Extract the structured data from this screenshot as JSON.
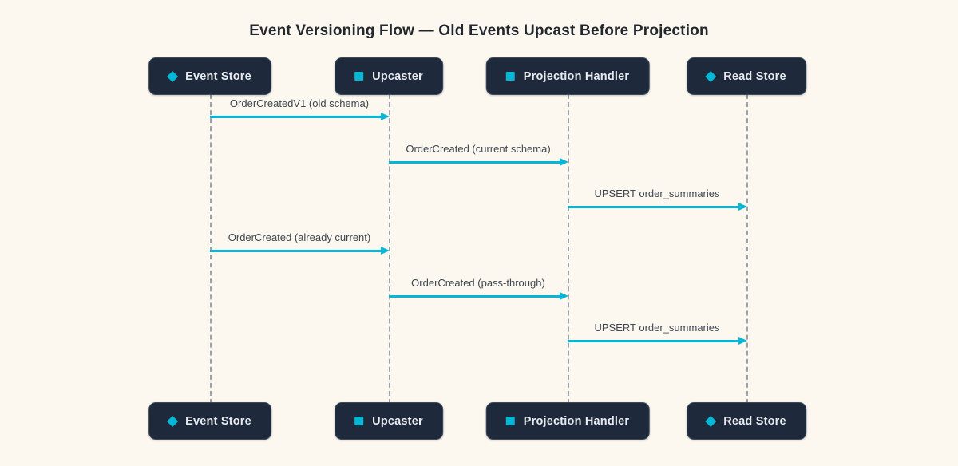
{
  "title": "Event Versioning Flow — Old Events Upcast Before Projection",
  "diagram_type": "sequence-diagram",
  "colors": {
    "background": "#fdf8ef",
    "actor_fill": "#1e293b",
    "actor_border": "#3c4a5d",
    "actor_text": "#e7ebf0",
    "accent_cyan": "#06b6d4",
    "lifeline_gray": "#9ca3af",
    "message_text": "#3d4652",
    "title_text": "#23272e"
  },
  "actors": [
    {
      "label": "Event Store",
      "icon": "diamond-icon"
    },
    {
      "label": "Upcaster",
      "icon": "square-icon"
    },
    {
      "label": "Projection Handler",
      "icon": "square-icon"
    },
    {
      "label": "Read Store",
      "icon": "diamond-icon"
    }
  ],
  "messages": [
    {
      "label": "OrderCreatedV1 (old schema)",
      "from": "Event Store",
      "to": "Upcaster"
    },
    {
      "label": "OrderCreated (current schema)",
      "from": "Upcaster",
      "to": "Projection Handler"
    },
    {
      "label": "UPSERT order_summaries",
      "from": "Projection Handler",
      "to": "Read Store"
    },
    {
      "label": "OrderCreated (already current)",
      "from": "Event Store",
      "to": "Upcaster"
    },
    {
      "label": "OrderCreated (pass-through)",
      "from": "Upcaster",
      "to": "Projection Handler"
    },
    {
      "label": "UPSERT order_summaries",
      "from": "Projection Handler",
      "to": "Read Store"
    }
  ]
}
